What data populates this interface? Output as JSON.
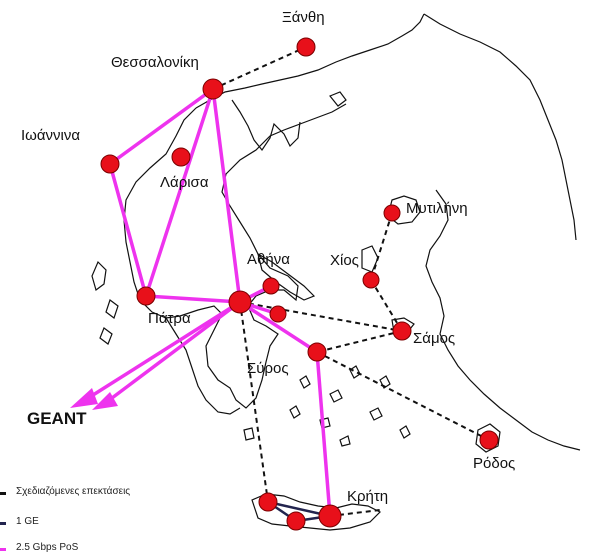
{
  "colors": {
    "link_pos": "#ee33ee",
    "link_planned": "#111111",
    "link_ge": "#22244e",
    "node": "#e8101a",
    "node_outline": "#7a0000",
    "coast": "#111111"
  },
  "cities": {
    "xanthi": "Ξάνθη",
    "thessaloniki": "Θεσσαλονίκη",
    "ioannina": "Ιωάννινα",
    "larisa": "Λάρισα",
    "mytilini": "Μυτιλήνη",
    "chios": "Χίος",
    "athina": "Αθήνα",
    "patra": "Πάτρα",
    "samos": "Σάμος",
    "syros": "Σύρος",
    "rodos": "Ρόδος",
    "kriti": "Κρήτη"
  },
  "geant": "GEANT",
  "legend": [
    {
      "label": "Σχεδιαζόμενες επεκτάσεις",
      "color": "#111111"
    },
    {
      "label": "1 GE",
      "color": "#22244e"
    },
    {
      "label": "2.5 Gbps PoS",
      "color": "#ee33ee"
    }
  ]
}
